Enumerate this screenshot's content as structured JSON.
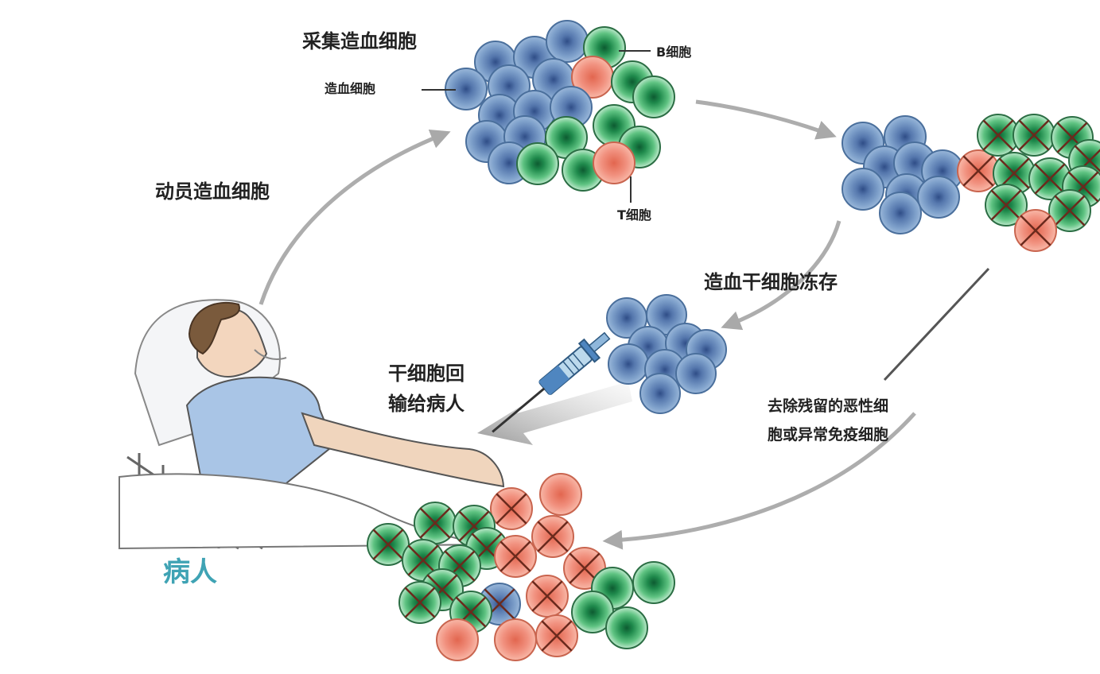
{
  "labels": {
    "collect_cells": "采集造血细胞",
    "hematopoietic_cell": "造血细胞",
    "b_cell": "B细胞",
    "t_cell": "T细胞",
    "mobilize": "动员造血细胞",
    "cryopreserve": "造血干细胞冻存",
    "reinfuse_line1": "干细胞回",
    "reinfuse_line2": "输给病人",
    "remove_line1": "去除残留的恶性细",
    "remove_line2": "胞或异常免疫细胞",
    "patient": "病人"
  },
  "colors": {
    "blue_cell": "#6f95c2",
    "green_cell": "#3eaa66",
    "red_cell": "#ee8a78",
    "arrow": "#a9a9a9",
    "patient_label": "#3fa3b4",
    "cross": "#6b2a1d"
  }
}
